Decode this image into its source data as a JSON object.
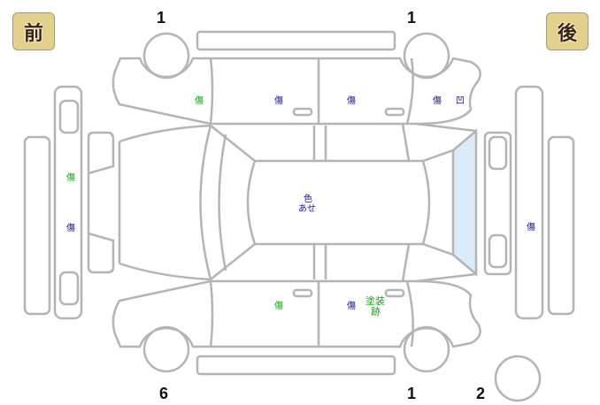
{
  "badges": {
    "front": "前",
    "rear": "後"
  },
  "tire_counts": {
    "front_left_top": "1",
    "rear_left_top": "1",
    "front_bottom": "6",
    "rear_bottom": "1",
    "spare": "2"
  },
  "marks": [
    {
      "text": "傷",
      "color": "#1aa01a"
    },
    {
      "text": "傷",
      "color": "#1a1a8c"
    },
    {
      "text": "傷",
      "color": "#1a1a8c"
    },
    {
      "text": "傷",
      "color": "#1a1a8c"
    },
    {
      "text": "凹",
      "color": "#1a1a8c"
    },
    {
      "text": "傷",
      "color": "#1aa01a"
    },
    {
      "text": "傷",
      "color": "#1a1a8c"
    },
    {
      "text": "色",
      "color": "#1a1a8c"
    },
    {
      "text": "あせ",
      "color": "#1a1a8c"
    },
    {
      "text": "傷",
      "color": "#1aa01a"
    },
    {
      "text": "傷",
      "color": "#1a1a8c"
    },
    {
      "text": "塗装",
      "color": "#1aa01a"
    },
    {
      "text": "跡",
      "color": "#1aa01a"
    },
    {
      "text": "傷",
      "color": "#1a1a8c"
    }
  ],
  "colors": {
    "outline": "#b4b4b4",
    "rear_glass": "#dcebfa",
    "badge": "#e3d08c"
  }
}
